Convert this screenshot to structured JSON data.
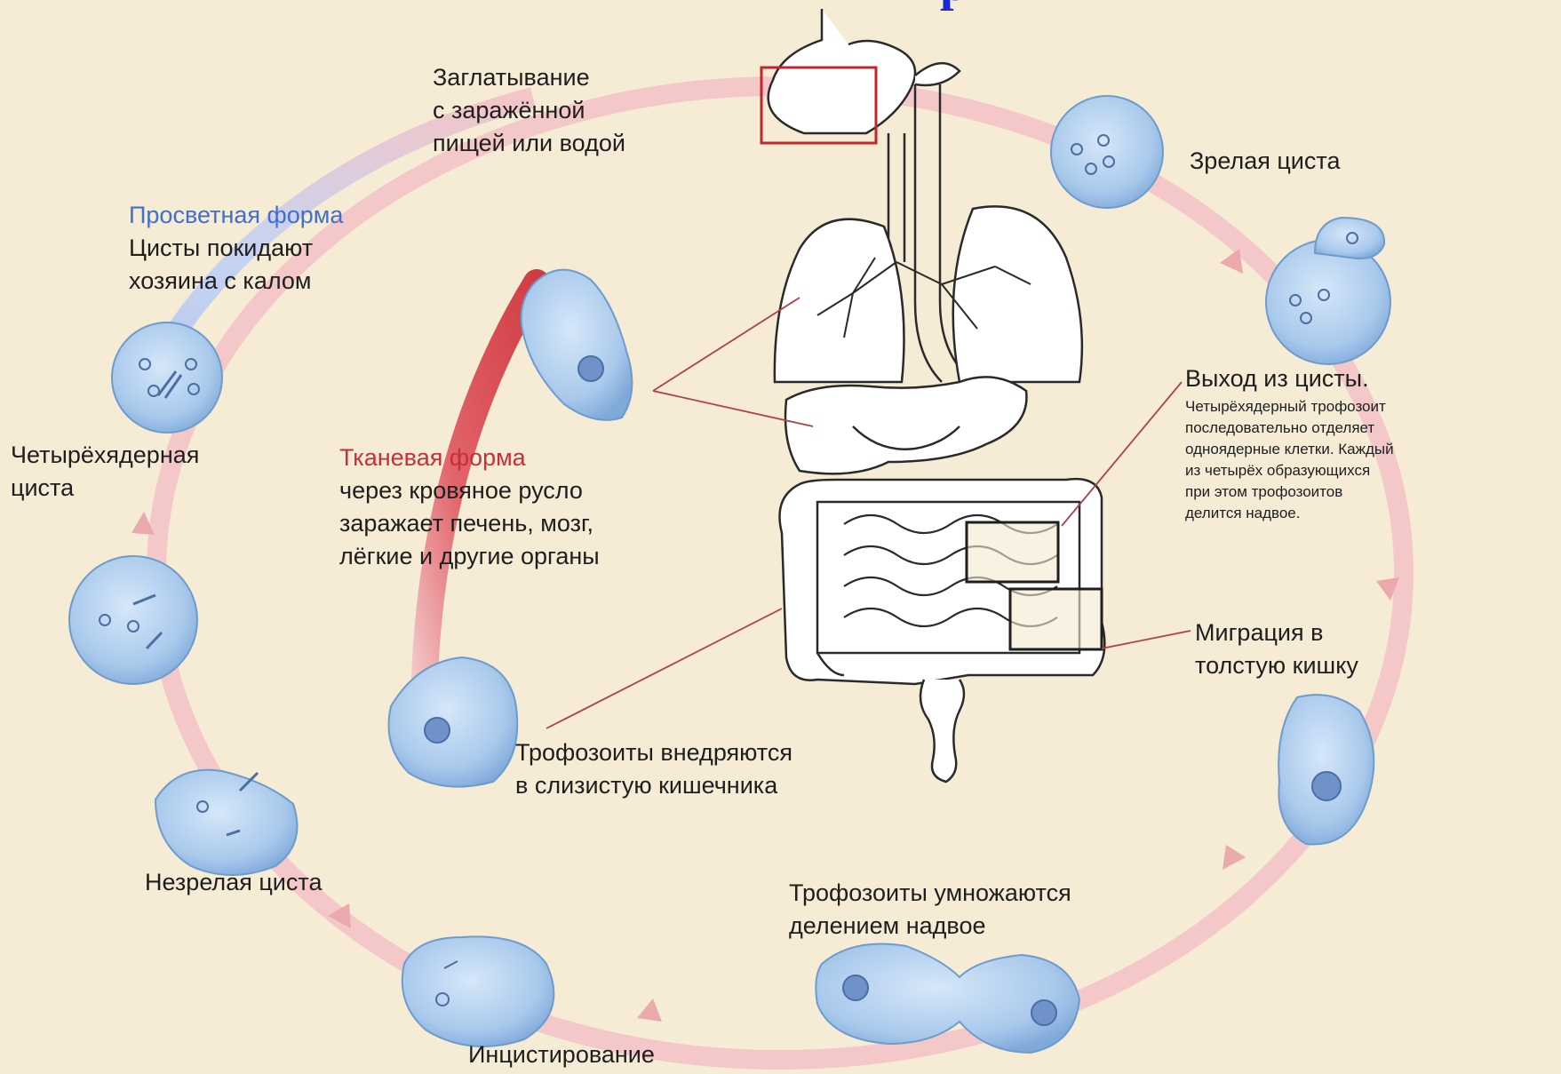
{
  "labels": {
    "ingestion": [
      "Заглатывание",
      "с заражённой",
      "пищей или водой"
    ],
    "mature_cyst": [
      "Зрелая циста"
    ],
    "lumen_form": {
      "heading": "Просветная форма",
      "lines": [
        "Цисты покидают",
        "хозяина с калом"
      ]
    },
    "four_nucleus_cyst": [
      "Четырёхядерная",
      "циста"
    ],
    "tissue_form": {
      "heading": "Тканевая форма",
      "lines": [
        "через кровяное русло",
        "заражает печень, мозг,",
        "лёгкие и другие органы"
      ]
    },
    "excystation": {
      "heading": "Выход из цисты.",
      "lines": [
        "Четырёхядерный трофозоит",
        "последовательно отделяет",
        "одноядерные клетки. Каждый",
        "из четырёх образующихся",
        "при этом трофозоитов",
        "делится надвое."
      ]
    },
    "migration": [
      "Миграция в",
      "толстую кишку"
    ],
    "invasion": [
      "Трофозоиты внедряются",
      "в слизистую кишечника"
    ],
    "immature_cyst": [
      "Незрелая циста"
    ],
    "multiplication": [
      "Трофозоиты умножаются",
      "делением надвое"
    ],
    "encystation": [
      "Инцистирование"
    ]
  },
  "colors": {
    "background": "#f6ecd6",
    "cycle_arrow": "#f3c6c8",
    "lumen_arrow": "#b7c8ee",
    "tissue_arrow": "#d9484e",
    "cell_fill": "#aecdee",
    "cell_stroke": "#6d9ccc",
    "heading_blue": "#3f6fcf",
    "heading_red": "#c62f3a",
    "box_red": "#c0262c",
    "title_blue": "#1a2bd6"
  }
}
